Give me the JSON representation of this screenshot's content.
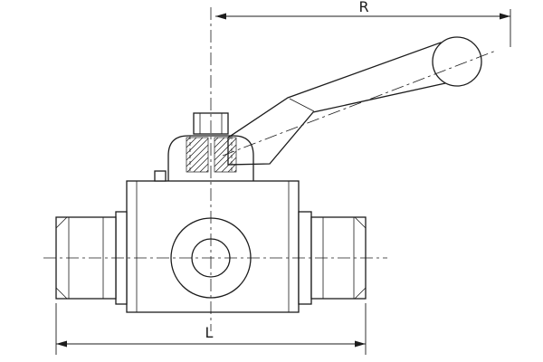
{
  "drawing": {
    "type": "technical-drawing-ball-valve-with-lever-handle",
    "background_color": "#ffffff",
    "line_color": "#1c1c1c"
  },
  "dimensions": {
    "radius_label": "R",
    "length_label": "L"
  }
}
